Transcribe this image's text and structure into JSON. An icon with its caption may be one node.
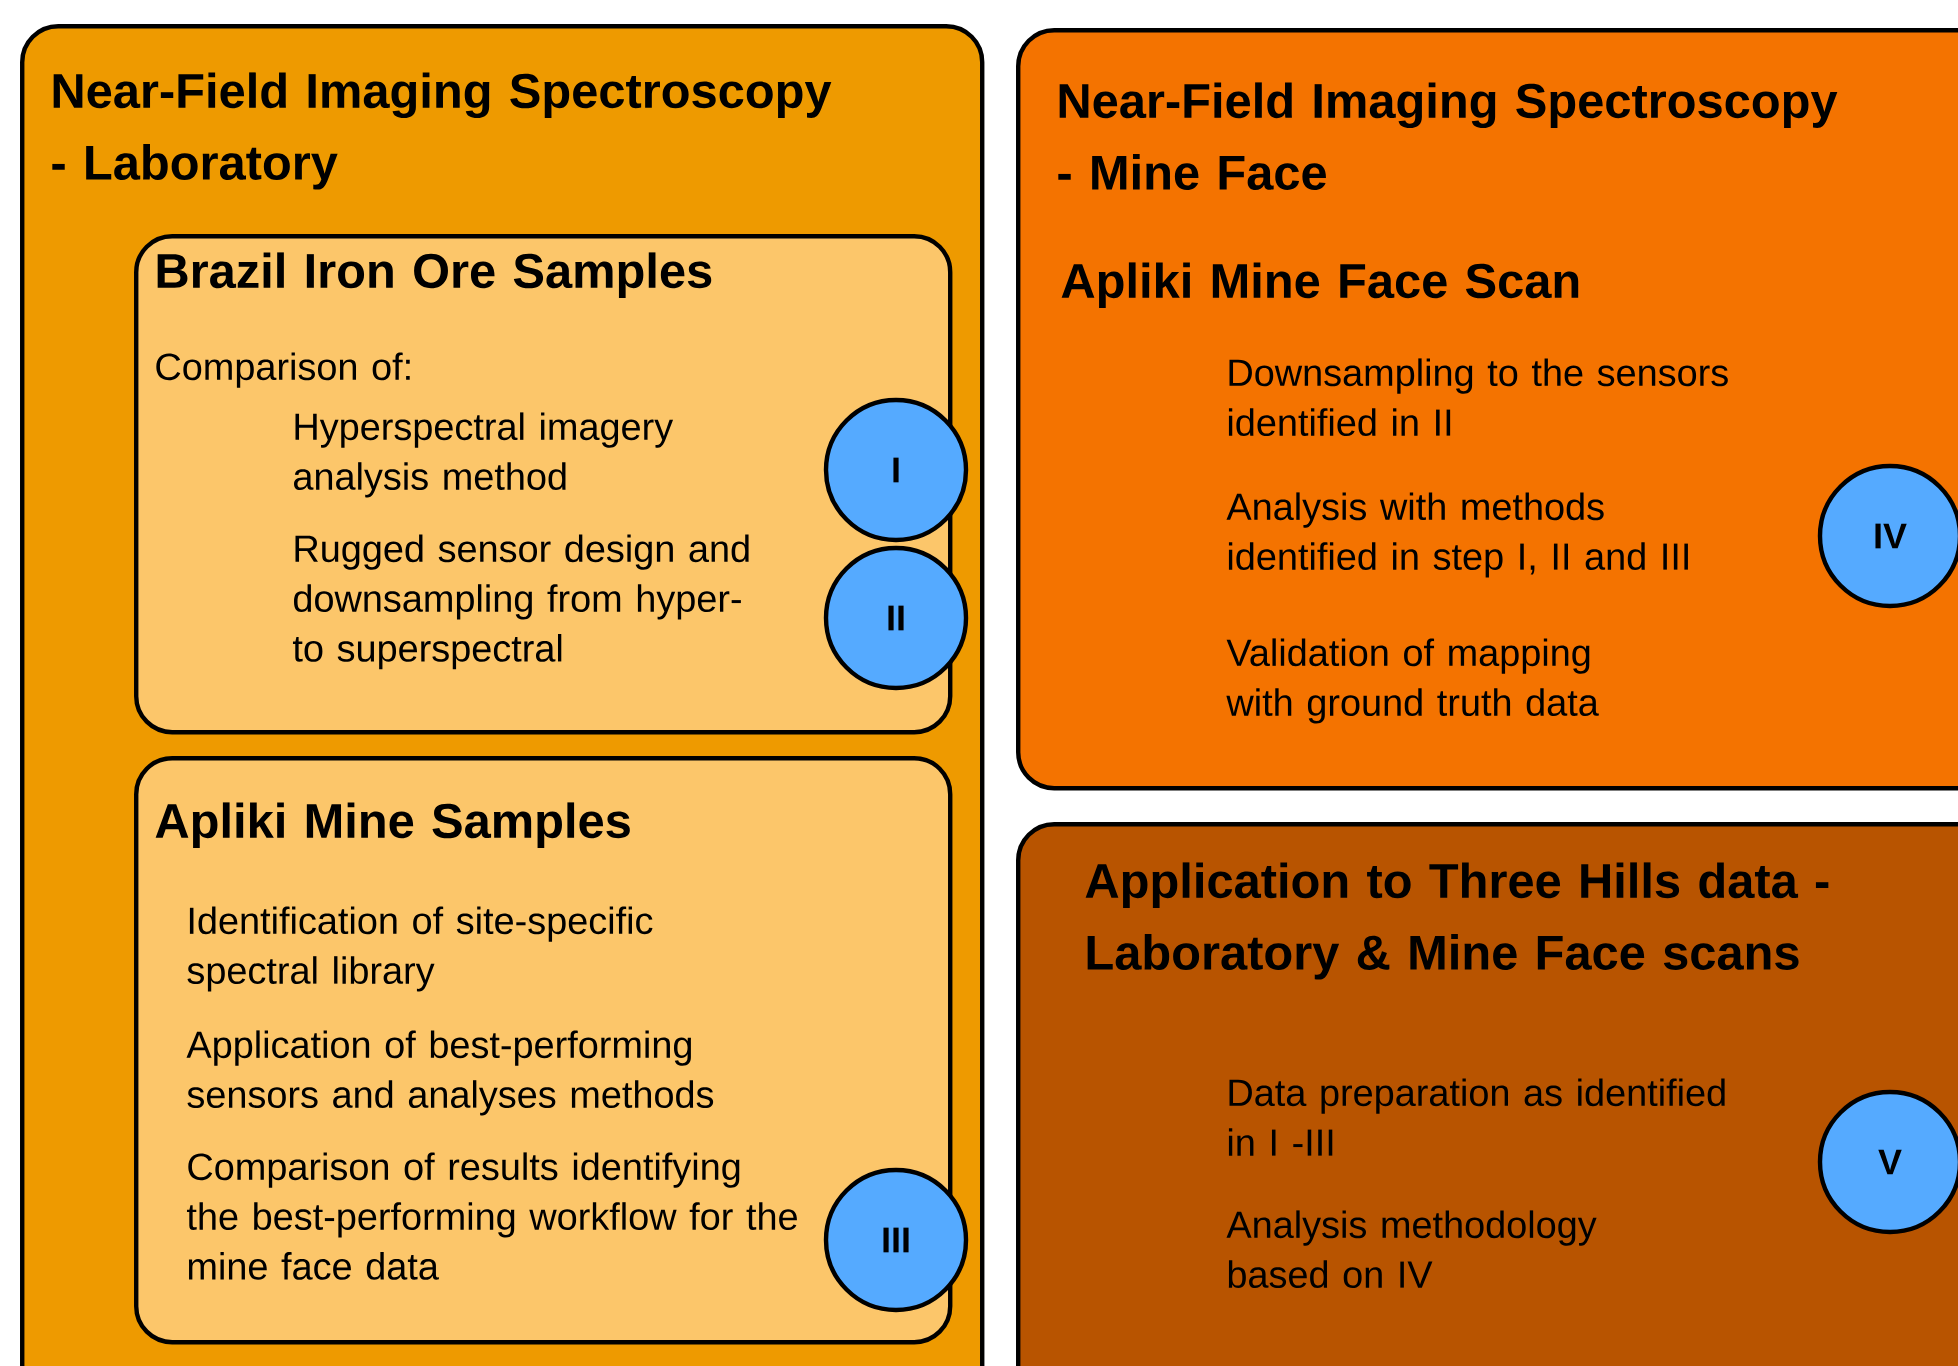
{
  "diagram": {
    "nodes": [
      {
        "text": [
          "Near-Field Imaging Spectroscopy - Laboratory"
        ]
      },
      {
        "text": [
          "Brazil Iron Ore Samples",
          "Comparison of:",
          "Hyperspectral imagery analysis method",
          "Rugged sensor design and downsampling from hyper- to superspectral"
        ],
        "in": 0
      },
      {
        "text": [
          "I"
        ],
        "in": 0
      },
      {
        "text": [
          "II"
        ],
        "in": 0
      },
      {
        "text": [
          "Apliki Mine Samples",
          "Identification of site-specific spectral library",
          "Application of best-performing sensors and analyses methods",
          "Comparison of results identifying the best-performing workflow for the mine face data"
        ],
        "in": 0
      },
      {
        "text": [
          "III"
        ],
        "in": 0
      },
      {
        "text": [
          "Near-Field Imaging Spectroscopy - Mine Face",
          "Apliki Mine Face Scan",
          "Downsampling to the sensors identified in II",
          "Analysis with methods identified in step I, II and III",
          "Validation of mapping with ground truth data"
        ]
      },
      {
        "text": [
          "IV"
        ],
        "in": 6
      },
      {
        "text": [
          "Application to Three Hills data - Laboratory & Mine Face scans",
          "Data preparation as identified in I -III",
          "Analysis methodology based on IV"
        ]
      },
      {
        "text": [
          "V"
        ],
        "in": 8
      }
    ]
  }
}
